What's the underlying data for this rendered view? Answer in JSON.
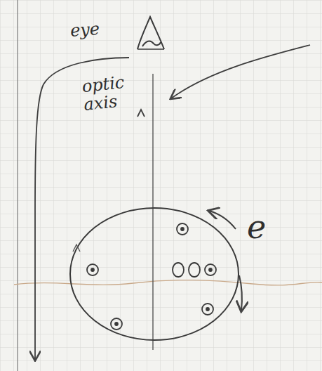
{
  "diagram": {
    "labels": [
      "eye",
      "optic axis",
      "e"
    ]
  }
}
